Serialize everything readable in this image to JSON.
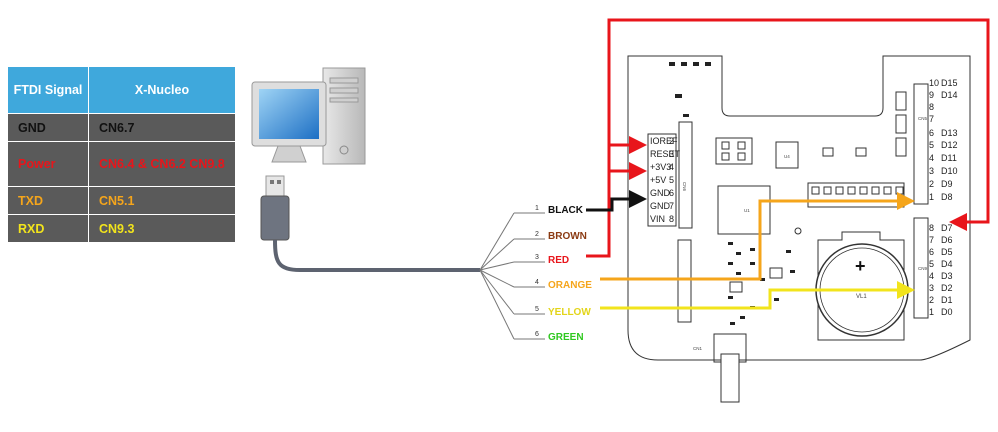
{
  "table": {
    "headers": [
      "FTDI Signal",
      "X-Nucleo"
    ],
    "rows": [
      {
        "signal": "GND",
        "nucleo": "CN6.7",
        "signal_color": "#111111",
        "nucleo_color": "#111111"
      },
      {
        "signal": "Power",
        "nucleo": "CN6.4 & CN6.2 CN9.8",
        "signal_color": "#e8151b",
        "nucleo_color": "#e8151b"
      },
      {
        "signal": "TXD",
        "nucleo": "CN5.1",
        "signal_color": "#f5a51b",
        "nucleo_color": "#f5a51b"
      },
      {
        "signal": "RXD",
        "nucleo": "CN9.3",
        "signal_color": "#f2e41c",
        "nucleo_color": "#f2e41c"
      }
    ]
  },
  "wires": [
    {
      "num": "1",
      "label": "BLACK",
      "color": "#111111"
    },
    {
      "num": "2",
      "label": "BROWN",
      "color": "#8b3a12"
    },
    {
      "num": "3",
      "label": "RED",
      "color": "#e8151b"
    },
    {
      "num": "4",
      "label": "ORANGE",
      "color": "#f5a51b"
    },
    {
      "num": "5",
      "label": "YELLOW",
      "color": "#e3d51a"
    },
    {
      "num": "6",
      "label": "GREEN",
      "color": "#2fc81f"
    }
  ],
  "cn6_pins": [
    {
      "num": "2",
      "name": "IOREF"
    },
    {
      "num": "3",
      "name": "RESET"
    },
    {
      "num": "4",
      "name": "+3V3"
    },
    {
      "num": "5",
      "name": "+5V"
    },
    {
      "num": "6",
      "name": "GND"
    },
    {
      "num": "7",
      "name": "GND"
    },
    {
      "num": "8",
      "name": "VIN"
    }
  ],
  "cn5_pins": [
    {
      "num": "10",
      "name": "D15"
    },
    {
      "num": "9",
      "name": "D14"
    },
    {
      "num": "8",
      "name": ""
    },
    {
      "num": "7",
      "name": ""
    },
    {
      "num": "6",
      "name": "D13"
    },
    {
      "num": "5",
      "name": "D12"
    },
    {
      "num": "4",
      "name": "D11"
    },
    {
      "num": "3",
      "name": "D10"
    },
    {
      "num": "2",
      "name": "D9"
    },
    {
      "num": "1",
      "name": "D8"
    }
  ],
  "cn9_pins": [
    {
      "num": "8",
      "name": "D7"
    },
    {
      "num": "7",
      "name": "D6"
    },
    {
      "num": "6",
      "name": "D5"
    },
    {
      "num": "5",
      "name": "D4"
    },
    {
      "num": "4",
      "name": "D3"
    },
    {
      "num": "3",
      "name": "D2"
    },
    {
      "num": "2",
      "name": "D1"
    },
    {
      "num": "1",
      "name": "D0"
    }
  ],
  "board": {
    "battery_label": "VL1",
    "battery_plus": "+",
    "connector_cn1": "CN1",
    "cn6": "CN6",
    "cn5": "CN5",
    "cn9": "CN9",
    "u1": "U1",
    "u4": "U4"
  },
  "colors": {
    "table_header": "#3fa8dc",
    "table_row": "#5a5a5a",
    "arrow_red": "#e8151b",
    "arrow_black": "#111111",
    "arrow_orange": "#f5a51b",
    "arrow_yellow": "#f2e41c"
  }
}
